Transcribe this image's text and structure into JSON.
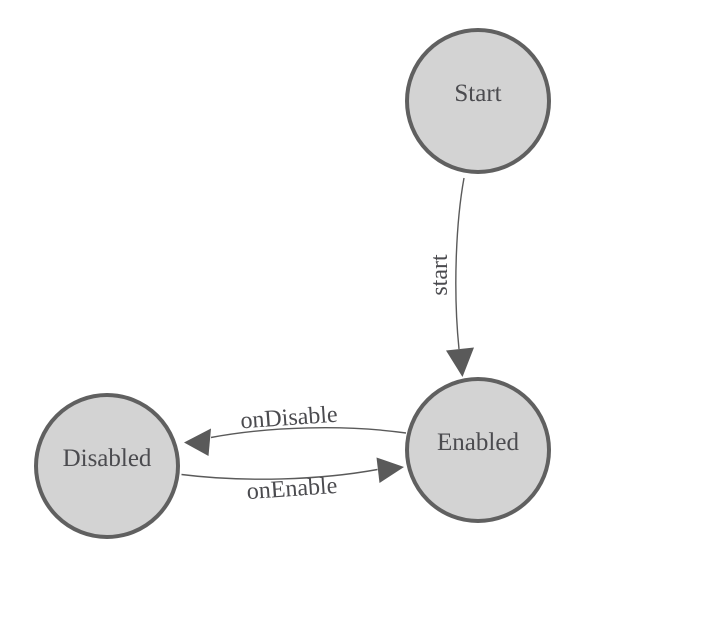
{
  "diagram": {
    "colors": {
      "background": "#ffffff",
      "node_fill": "#d3d3d3",
      "node_border": "#606060",
      "edge": "#5a5a5a",
      "text": "#4b4b4f"
    },
    "nodes": [
      {
        "label": "Start"
      },
      {
        "label": "Enabled"
      },
      {
        "label": "Disabled"
      }
    ],
    "edges": [
      {
        "from": "Start",
        "to": "Enabled",
        "label": "start"
      },
      {
        "from": "Enabled",
        "to": "Disabled",
        "label": "onDisable"
      },
      {
        "from": "Disabled",
        "to": "Enabled",
        "label": "onEnable"
      }
    ]
  }
}
